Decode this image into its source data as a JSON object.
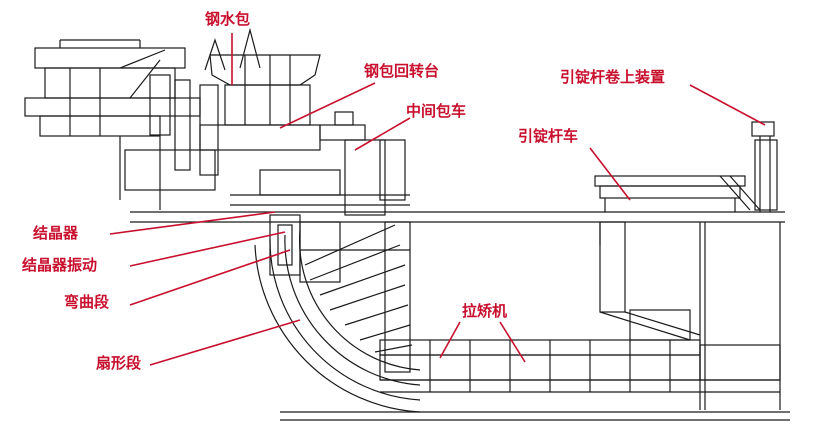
{
  "labels": {
    "ladle": "钢水包",
    "ladle_turret": "钢包回转台",
    "tundish_car": "中间包车",
    "dummy_bar_storage": "引锭杆卷上装置",
    "dummy_bar_car": "引锭杆车",
    "mold": "结晶器",
    "mold_oscillation": "结晶器振动",
    "bending_segment": "弯曲段",
    "sector_segment": "扇形段",
    "withdrawal_straightener": "拉矫机"
  },
  "colors": {
    "label": "#c8102e",
    "line_art": "#1a1a1a",
    "background": "#ffffff"
  }
}
